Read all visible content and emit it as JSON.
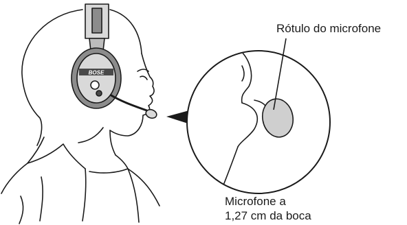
{
  "labels": {
    "mic_label": "Rótulo do microfone",
    "distance_line1": "Microfone a",
    "distance_line2": "1,27 cm da boca",
    "brand": "BOSE"
  },
  "colors": {
    "line": "#1a1a1a",
    "headset_gray": "#8c8c8c",
    "headset_light": "#d9d9d9",
    "mic_fill": "#cfcfcf",
    "background": "#ffffff"
  }
}
